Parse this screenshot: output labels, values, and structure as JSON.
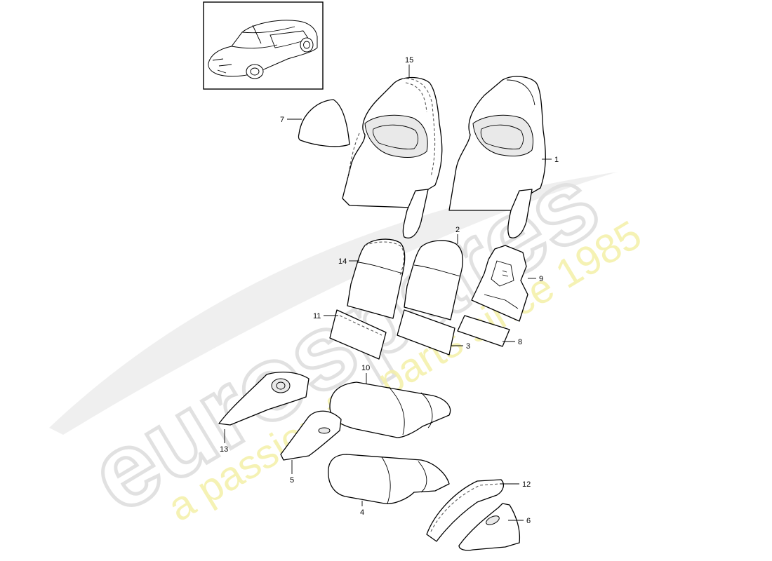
{
  "watermark": {
    "brand": "eurospares",
    "tagline": "a passion for parts since 1985"
  },
  "thumbnail": {
    "description_icon": "car-icon"
  },
  "callouts": {
    "c1": "1",
    "c2": "2",
    "c3": "3",
    "c4": "4",
    "c5": "5",
    "c6": "6",
    "c7": "7",
    "c8": "8",
    "c9": "9",
    "c10": "10",
    "c11": "11",
    "c12": "12",
    "c13": "13",
    "c14": "14",
    "c15": "15"
  }
}
